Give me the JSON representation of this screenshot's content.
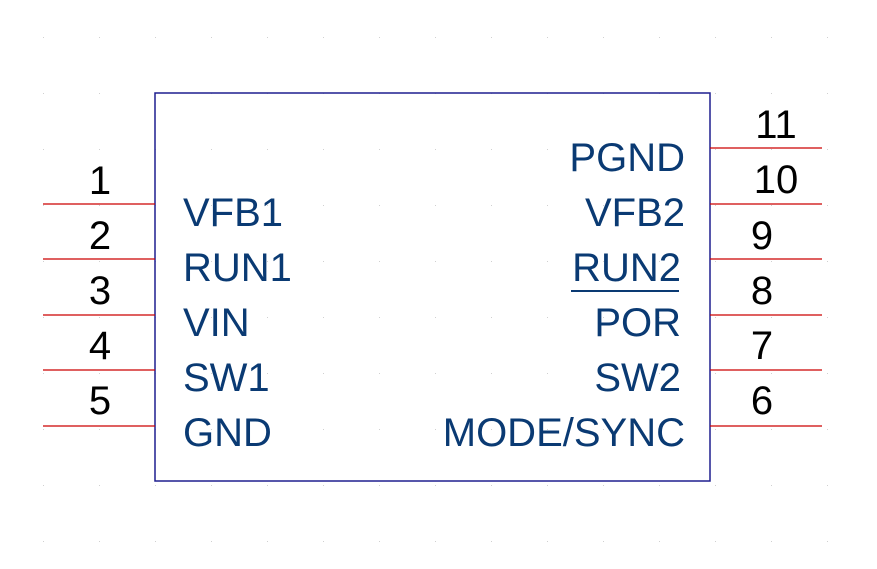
{
  "colors": {
    "body_outline": "#1f1f8f",
    "pin_line": "#cc0000",
    "pin_name_text": "#0a3a73",
    "pin_number_text": "#000000",
    "grid_dot": "#d0d0d0",
    "background": "#ffffff"
  },
  "component": {
    "left_pins": [
      {
        "number": "1",
        "name": "VFB1"
      },
      {
        "number": "2",
        "name": "RUN1"
      },
      {
        "number": "3",
        "name": "VIN"
      },
      {
        "number": "4",
        "name": "SW1"
      },
      {
        "number": "5",
        "name": "GND"
      }
    ],
    "right_pins": [
      {
        "number": "11",
        "name": "PGND"
      },
      {
        "number": "10",
        "name": "VFB2"
      },
      {
        "number": "9",
        "name": "RUN2"
      },
      {
        "number": "8",
        "name": "POR",
        "overbar": true
      },
      {
        "number": "7",
        "name": "SW2"
      },
      {
        "number": "6",
        "name": "MODE/SYNC"
      }
    ]
  }
}
